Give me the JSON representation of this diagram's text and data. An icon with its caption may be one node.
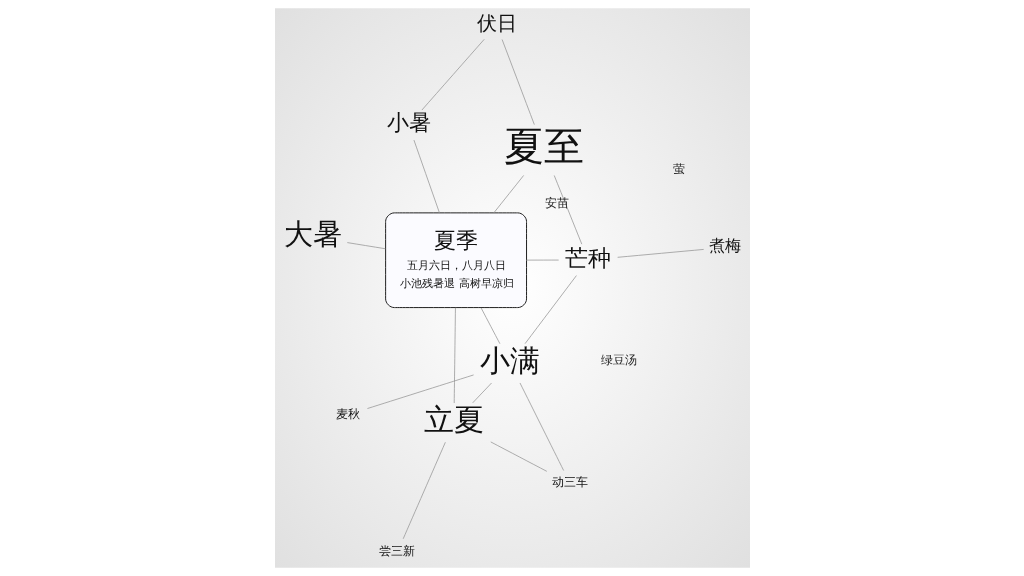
{
  "diagram": {
    "nodes": [
      {
        "text": [
          "大暑"
        ]
      },
      {
        "text": [
          "尝三新"
        ]
      },
      {
        "text": [
          "动三车"
        ]
      },
      {
        "text": [
          "立夏"
        ]
      },
      {
        "text": [
          "小暑"
        ]
      },
      {
        "text": [
          "夏季",
          "五月六日，八月八日",
          "小池残暑退 高树早凉归"
        ]
      },
      {
        "text": [
          "伏日"
        ]
      },
      {
        "text": [
          "小满"
        ]
      },
      {
        "text": [
          "麦秋"
        ]
      },
      {
        "text": [
          "夏至"
        ]
      },
      {
        "text": [
          "芒种"
        ]
      },
      {
        "text": [
          "煮梅"
        ]
      }
    ],
    "edges": [
      {
        "from": 0,
        "to": 5,
        "arrow": "none"
      },
      {
        "from": 1,
        "to": 3,
        "arrow": "none"
      },
      {
        "from": 3,
        "to": 2,
        "arrow": "none"
      },
      {
        "from": 2,
        "to": 7,
        "arrow": "none"
      },
      {
        "from": 4,
        "to": 5,
        "arrow": "none"
      },
      {
        "from": 3,
        "to": 5,
        "arrow": "none"
      },
      {
        "from": 3,
        "to": 7,
        "arrow": "none"
      },
      {
        "from": 6,
        "to": 4,
        "arrow": "none"
      },
      {
        "from": 5,
        "to": 7,
        "arrow": "none"
      },
      {
        "from": 8,
        "to": 7,
        "arrow": "none"
      },
      {
        "from": 6,
        "to": 9,
        "arrow": "none"
      },
      {
        "from": 5,
        "to": 9,
        "arrow": "none"
      },
      {
        "from": 5,
        "to": 10,
        "arrow": "none"
      },
      {
        "from": 7,
        "to": 10,
        "arrow": "none"
      },
      {
        "from": 9,
        "to": 10,
        "arrow": "none",
        "label": "安苗"
      },
      {
        "from": 10,
        "to": 11,
        "arrow": "none"
      }
    ],
    "labels": [
      "绿豆汤",
      "萤"
    ]
  }
}
